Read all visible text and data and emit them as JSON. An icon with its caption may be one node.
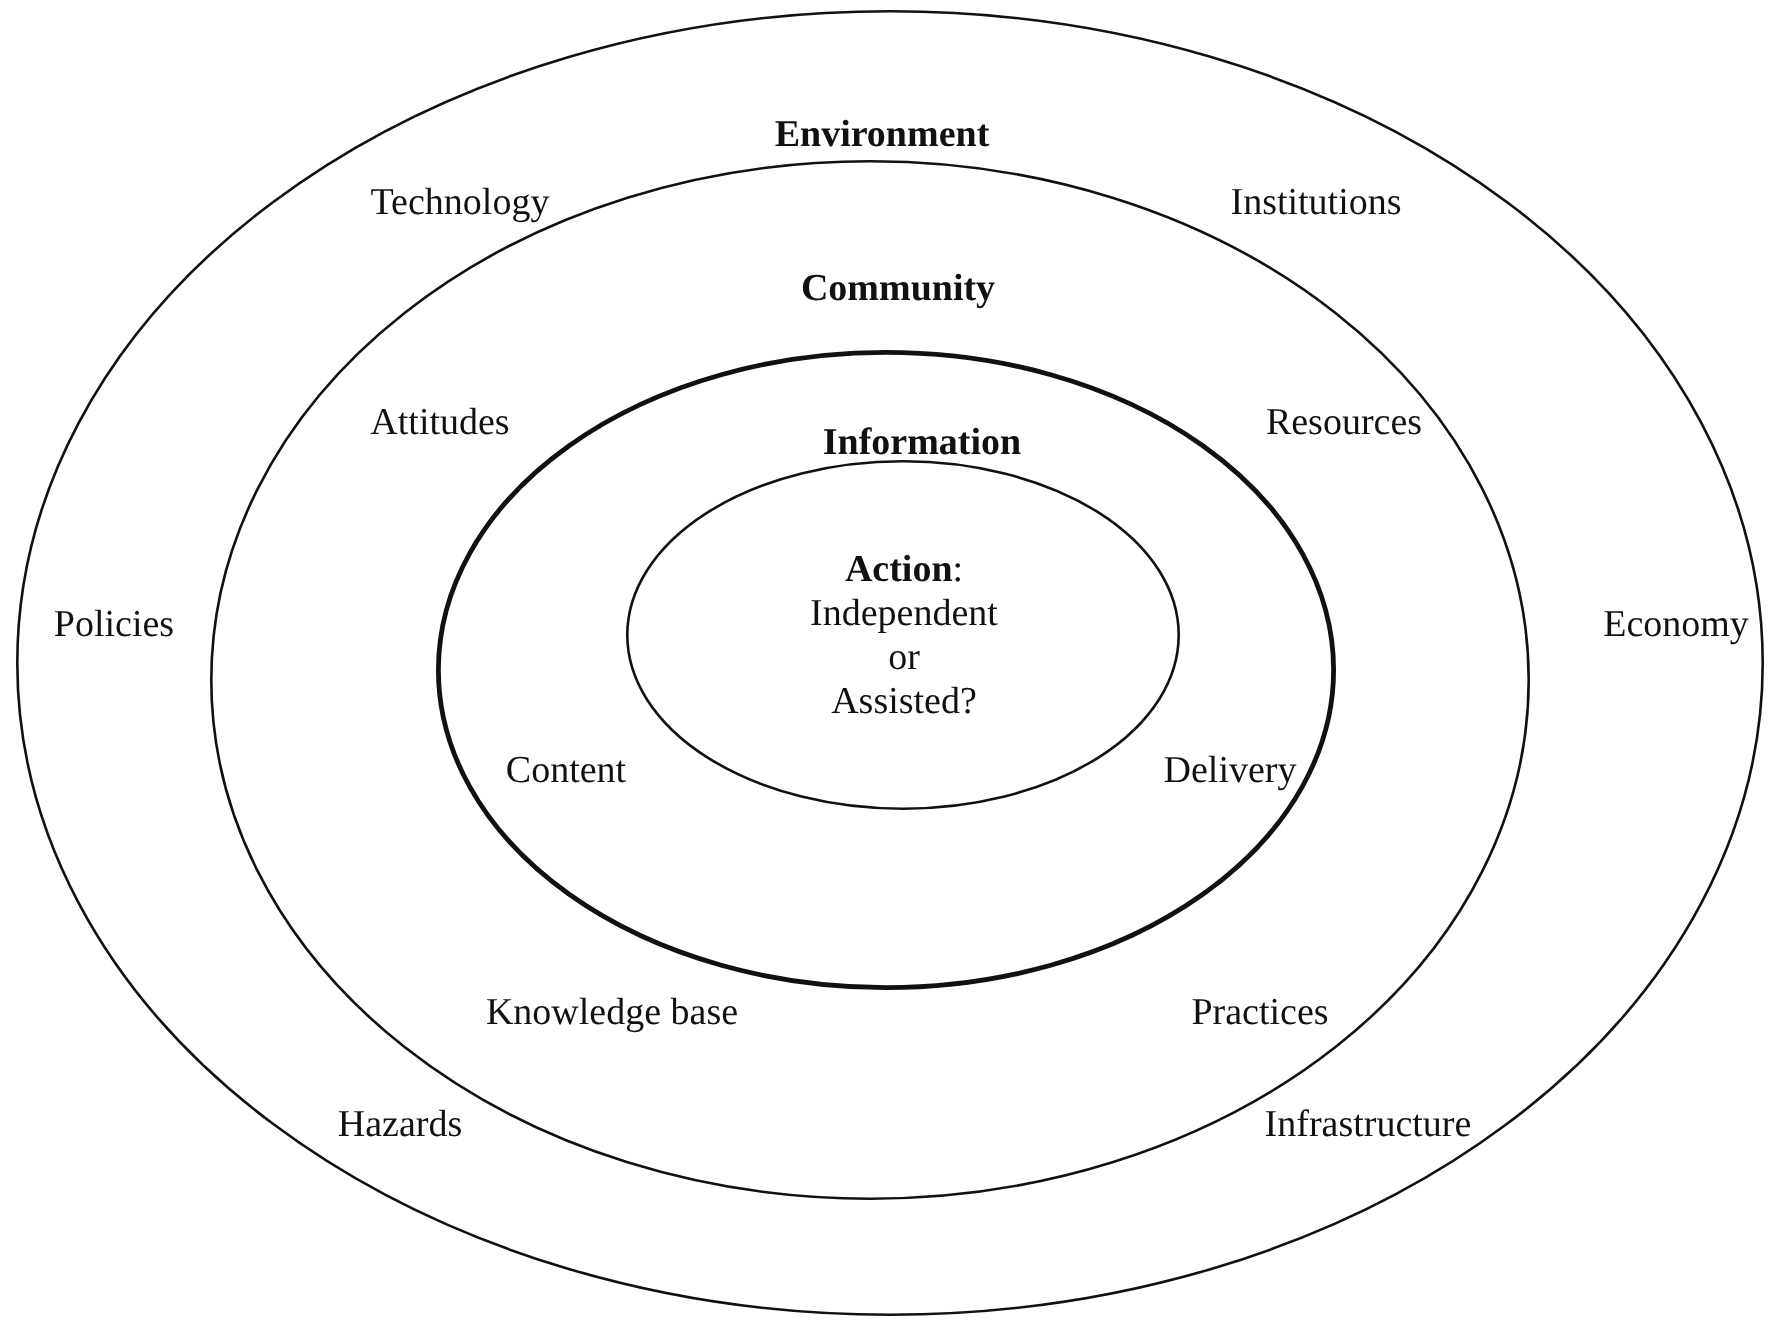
{
  "diagram": {
    "nodes": [
      {
        "text": [
          "Environment",
          "Technology",
          "Institutions",
          "Policies",
          "Economy",
          "Hazards",
          "Infrastructure"
        ]
      },
      {
        "text": [
          "Community",
          "Attitudes",
          "Resources",
          "Knowledge base",
          "Practices"
        ],
        "in": 0
      },
      {
        "text": [
          "Information",
          "Content",
          "Delivery"
        ],
        "in": 1
      },
      {
        "text": [
          "**Action**: Independent or Assisted?"
        ],
        "in": 2
      }
    ],
    "edges": []
  }
}
